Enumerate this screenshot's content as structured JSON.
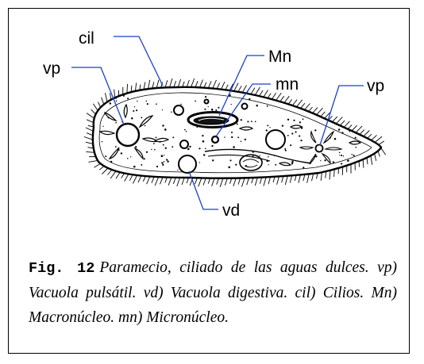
{
  "labels": {
    "cil": "cil",
    "vp_left": "vp",
    "mn_macro": "Mn",
    "mn_micro": "mn",
    "vp_right": "vp",
    "vd": "vd"
  },
  "caption": {
    "figure": "Fig. 12",
    "text": "Paramecio, ciliado de las aguas dulces. vp) Vacuola pulsátil. vd) Vacuola digestiva. cil) Cilios. Mn) Macronúcleo. mn) Micronúcleo."
  },
  "colors": {
    "leader": "#1a3fd0",
    "outline": "#000000",
    "background": "#ffffff"
  }
}
